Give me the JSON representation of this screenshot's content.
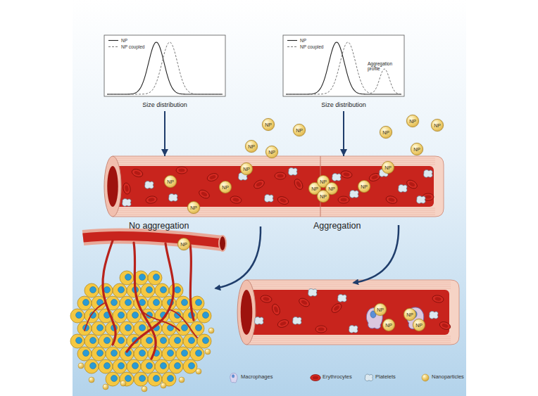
{
  "diagram": {
    "nodes": [
      {
        "text": [
          "Size distribution"
        ]
      },
      {
        "text": [
          "Aggregation profile",
          "Size distribution"
        ]
      },
      {
        "text": [
          "No aggregation"
        ]
      },
      {
        "text": [
          "Aggregation"
        ]
      },
      {
        "text": [
          "NP"
        ]
      },
      {
        "text": [
          "NP"
        ]
      },
      {
        "text": [
          "NP"
        ]
      },
      {
        "text": [
          "NP"
        ]
      },
      {
        "text": [
          "NP"
        ],
        "in": 2
      },
      {
        "text": [
          "NP"
        ],
        "in": 2
      },
      {
        "text": [
          "NP"
        ],
        "in": 2
      },
      {
        "text": [
          "NP"
        ],
        "in": 2
      },
      {
        "text": [
          "NP"
        ]
      },
      {
        "text": [
          "NP"
        ]
      },
      {
        "text": [
          "NP"
        ]
      },
      {
        "text": [
          "NP"
        ]
      },
      {
        "text": [
          "NP"
        ],
        "in": 3
      },
      {
        "text": [
          "NP"
        ],
        "in": 3
      },
      {
        "text": [
          "NP"
        ],
        "in": 3
      },
      {
        "text": [
          "NP"
        ],
        "in": 3
      },
      {
        "text": [
          "NP"
        ],
        "in": 3
      },
      {
        "text": [
          "NP"
        ],
        "in": 3
      },
      {
        "text": [
          "NP"
        ]
      },
      {
        "text": [
          "NP"
        ]
      },
      {
        "text": [
          "NP"
        ]
      },
      {
        "text": [
          "NP"
        ]
      },
      {
        "text": [
          "NP"
        ]
      }
    ],
    "edges": [
      {
        "from": 0,
        "to": 2,
        "arrow": "to"
      },
      {
        "from": 1,
        "to": 3,
        "arrow": "to"
      }
    ],
    "legend": [
      {
        "text": "NP"
      },
      {
        "text": "NP coupled"
      },
      {
        "text": "NP"
      },
      {
        "text": "NP coupled"
      },
      {
        "text": "Macrophages"
      },
      {
        "text": "Erythrocytes"
      },
      {
        "text": "Platelets"
      },
      {
        "text": "Nanoparticles"
      }
    ]
  }
}
